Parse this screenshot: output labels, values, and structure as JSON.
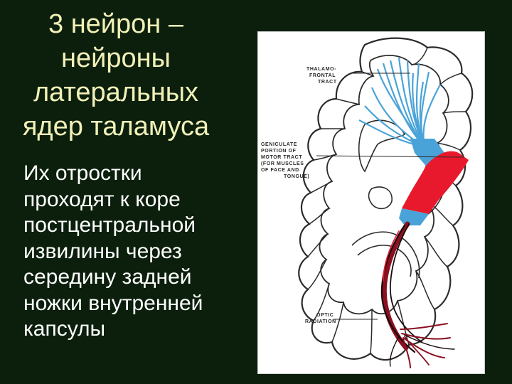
{
  "slide": {
    "title": "3 нейрон –\nнейроны\nлатеральных\nядер таламуса",
    "body": "Их отростки\nпроходят к коре\nпостцентральной\nизвилины через\nсередину задней\nножки внутренней\nкапсулы"
  },
  "figure": {
    "labels": {
      "thalamo_1": "THALAMO-",
      "thalamo_2": "FRONTAL",
      "thalamo_3": "TRACT",
      "genic_1": "GENICULATE",
      "genic_2": "PORTION OF",
      "genic_3": "MOTOR TRACT",
      "genic_4": "(FOR MUSCLES",
      "genic_5": "OF FACE AND",
      "genic_6": "TONGUE)",
      "optic_1": "OPTIC",
      "optic_2": "RADIATION"
    },
    "colors": {
      "thalamofrontal": "#4aa3d8",
      "motor": "#e8192c",
      "optic": "#8a1020",
      "outline": "#2b2b2b"
    }
  }
}
